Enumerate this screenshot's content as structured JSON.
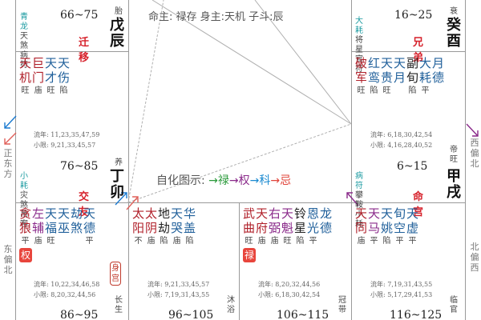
{
  "center": {
    "title": "命主: 禄存  身主:天机  子斗:辰",
    "legend_label": "自化图示:",
    "legend": [
      {
        "arrow": "→",
        "label": "禄",
        "color": "#2a9a3a"
      },
      {
        "arrow": "→",
        "label": "权",
        "color": "#8a2a8a"
      },
      {
        "arrow": "→",
        "label": "科",
        "color": "#1a8ad0"
      },
      {
        "arrow": "→",
        "label": "忌",
        "color": "#e0443a"
      }
    ]
  },
  "directions": {
    "left_top": "正东方",
    "left_bottom": "东偏北",
    "right_top": "西偏北",
    "right_bottom": "北偏西"
  },
  "palaces": {
    "chen": {
      "gods": [
        "青龙",
        "天煞",
        "病符"
      ],
      "age_range": "66~75",
      "palace_name": "迁移",
      "life_stage": "胎",
      "ganzhi": [
        "戊",
        "辰"
      ],
      "stars": [
        {
          "name": [
            "天",
            "机"
          ],
          "brightness": "旺",
          "color": "red"
        },
        {
          "name": [
            "巨",
            "门"
          ],
          "brightness": "庙",
          "color": "red"
        },
        {
          "name": [
            "天",
            "才"
          ],
          "brightness": "旺",
          "color": "blue"
        },
        {
          "name": [
            "天",
            "伤"
          ],
          "brightness": "陷",
          "color": "blue"
        }
      ]
    },
    "mao": {
      "liunian": "流年: 11,23,35,47,59",
      "xiaoxian": "小限: 9,21,33,45,57",
      "gods": [
        "小耗",
        "灾煞",
        "吊客"
      ],
      "age_range": "76~85",
      "palace_name": "交友",
      "life_stage": "养",
      "ganzhi": [
        "丁",
        "卯"
      ]
    },
    "you": {
      "gods": [
        "大耗",
        "将星",
        "官符"
      ],
      "age_range": "16~25",
      "palace_name": "兄弟",
      "life_stage": "衰",
      "ganzhi": [
        "癸",
        "酉"
      ],
      "stars": [
        {
          "name": [
            "破",
            "军"
          ],
          "brightness": "旺",
          "color": "red"
        },
        {
          "name": [
            "红",
            "鸾"
          ],
          "brightness": "陷",
          "color": "blue"
        },
        {
          "name": [
            "天",
            "贵"
          ],
          "brightness": "旺",
          "color": "blue"
        },
        {
          "name": [
            "天",
            "月"
          ],
          "brightness": "",
          "color": "blue"
        },
        {
          "name": [
            "副",
            "旬"
          ],
          "brightness": "陷",
          "color": "dark"
        },
        {
          "name": [
            "大",
            "耗"
          ],
          "brightness": "平",
          "color": "blue"
        },
        {
          "name": [
            "月",
            "德"
          ],
          "brightness": "",
          "color": "blue"
        }
      ]
    },
    "xu": {
      "liunian": "流年: 6,18,30,42,54",
      "xiaoxian": "小限: 4,16,28,40,52",
      "gods": [
        "病符",
        "攀鞍",
        "小耗"
      ],
      "age_range": "6~15",
      "palace_name": "命宫",
      "life_stage": "帝旺",
      "ganzhi": [
        "甲",
        "戌"
      ]
    },
    "yin": {
      "stars": [
        {
          "name": [
            "贪",
            "狼"
          ],
          "brightness": "平",
          "color": "red"
        },
        {
          "name": [
            "左",
            "辅"
          ],
          "brightness": "庙",
          "color": "purple"
        },
        {
          "name": [
            "天",
            "福"
          ],
          "brightness": "旺",
          "color": "blue"
        },
        {
          "name": [
            "天",
            "巫"
          ],
          "brightness": "",
          "color": "blue"
        },
        {
          "name": [
            "劫",
            "煞"
          ],
          "brightness": "",
          "color": "blue"
        },
        {
          "name": [
            "天",
            "德"
          ],
          "brightness": "平",
          "color": "blue"
        }
      ],
      "hua": "权",
      "shen_gong": "身宫",
      "liunian": "流年: 10,22,34,46,58",
      "xiaoxian": "小限: 8,20,32,44,56",
      "life_stage": "长生",
      "age_range": "86~95"
    },
    "chou": {
      "stars": [
        {
          "name": [
            "太",
            "阳"
          ],
          "brightness": "不",
          "color": "red"
        },
        {
          "name": [
            "太",
            "阴"
          ],
          "brightness": "庙",
          "color": "red"
        },
        {
          "name": [
            "地",
            "劫"
          ],
          "brightness": "陷",
          "color": "dark"
        },
        {
          "name": [
            "天",
            "哭"
          ],
          "brightness": "庙",
          "color": "blue"
        },
        {
          "name": [
            "华",
            "盖"
          ],
          "brightness": "陷",
          "color": "blue"
        }
      ],
      "liunian": "流年: 9,21,33,45,57",
      "xiaoxian": "小限: 7,19,31,43,55",
      "life_stage": "沐浴",
      "age_range": "96~105"
    },
    "zi": {
      "stars": [
        {
          "name": [
            "武",
            "曲"
          ],
          "brightness": "旺",
          "color": "red"
        },
        {
          "name": [
            "天",
            "府"
          ],
          "brightness": "庙",
          "color": "red"
        },
        {
          "name": [
            "右",
            "弼"
          ],
          "brightness": "庙",
          "color": "purple"
        },
        {
          "name": [
            "天",
            "魁"
          ],
          "brightness": "旺",
          "color": "purple"
        },
        {
          "name": [
            "铃",
            "星"
          ],
          "brightness": "陷",
          "color": "dark"
        },
        {
          "name": [
            "恩",
            "光"
          ],
          "brightness": "平",
          "color": "blue"
        },
        {
          "name": [
            "龙",
            "德"
          ],
          "brightness": "",
          "color": "blue"
        }
      ],
      "hua": "禄",
      "liunian": "流年: 8,20,32,44,56",
      "xiaoxian": "小限: 6,18,30,42,54",
      "life_stage": "冠带",
      "age_range": "106~115"
    },
    "hai": {
      "stars": [
        {
          "name": [
            "天",
            "同"
          ],
          "brightness": "庙",
          "color": "red"
        },
        {
          "name": [
            "天",
            "马"
          ],
          "brightness": "平",
          "color": "purple"
        },
        {
          "name": [
            "天",
            "姚"
          ],
          "brightness": "陷",
          "color": "blue"
        },
        {
          "name": [
            "旬",
            "空"
          ],
          "brightness": "平",
          "color": "blue"
        },
        {
          "name": [
            "天",
            "虚"
          ],
          "brightness": "平",
          "color": "blue"
        }
      ],
      "liunian": "流年: 7,19,31,43,55",
      "xiaoxian": "小限: 5,17,29,41,53",
      "life_stage": "临官",
      "age_range": "116~125"
    }
  },
  "colors": {
    "red": "#b0202a",
    "blue": "#1f5f9a",
    "purple": "#8a2a8a",
    "teal": "#1a9aa0",
    "palace_red": "#d6202a",
    "hua_bg": "#e8453c",
    "grid": "#9a9a9a"
  }
}
